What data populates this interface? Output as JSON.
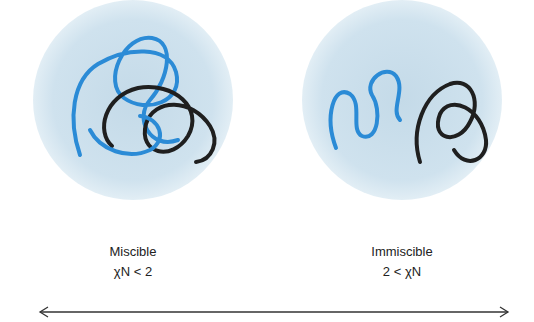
{
  "diagram": {
    "nodes": [
      {
        "text": [
          "Miscible",
          "χN < 2"
        ]
      },
      {
        "text": [
          "Immiscible",
          "2 < χN"
        ]
      }
    ]
  }
}
